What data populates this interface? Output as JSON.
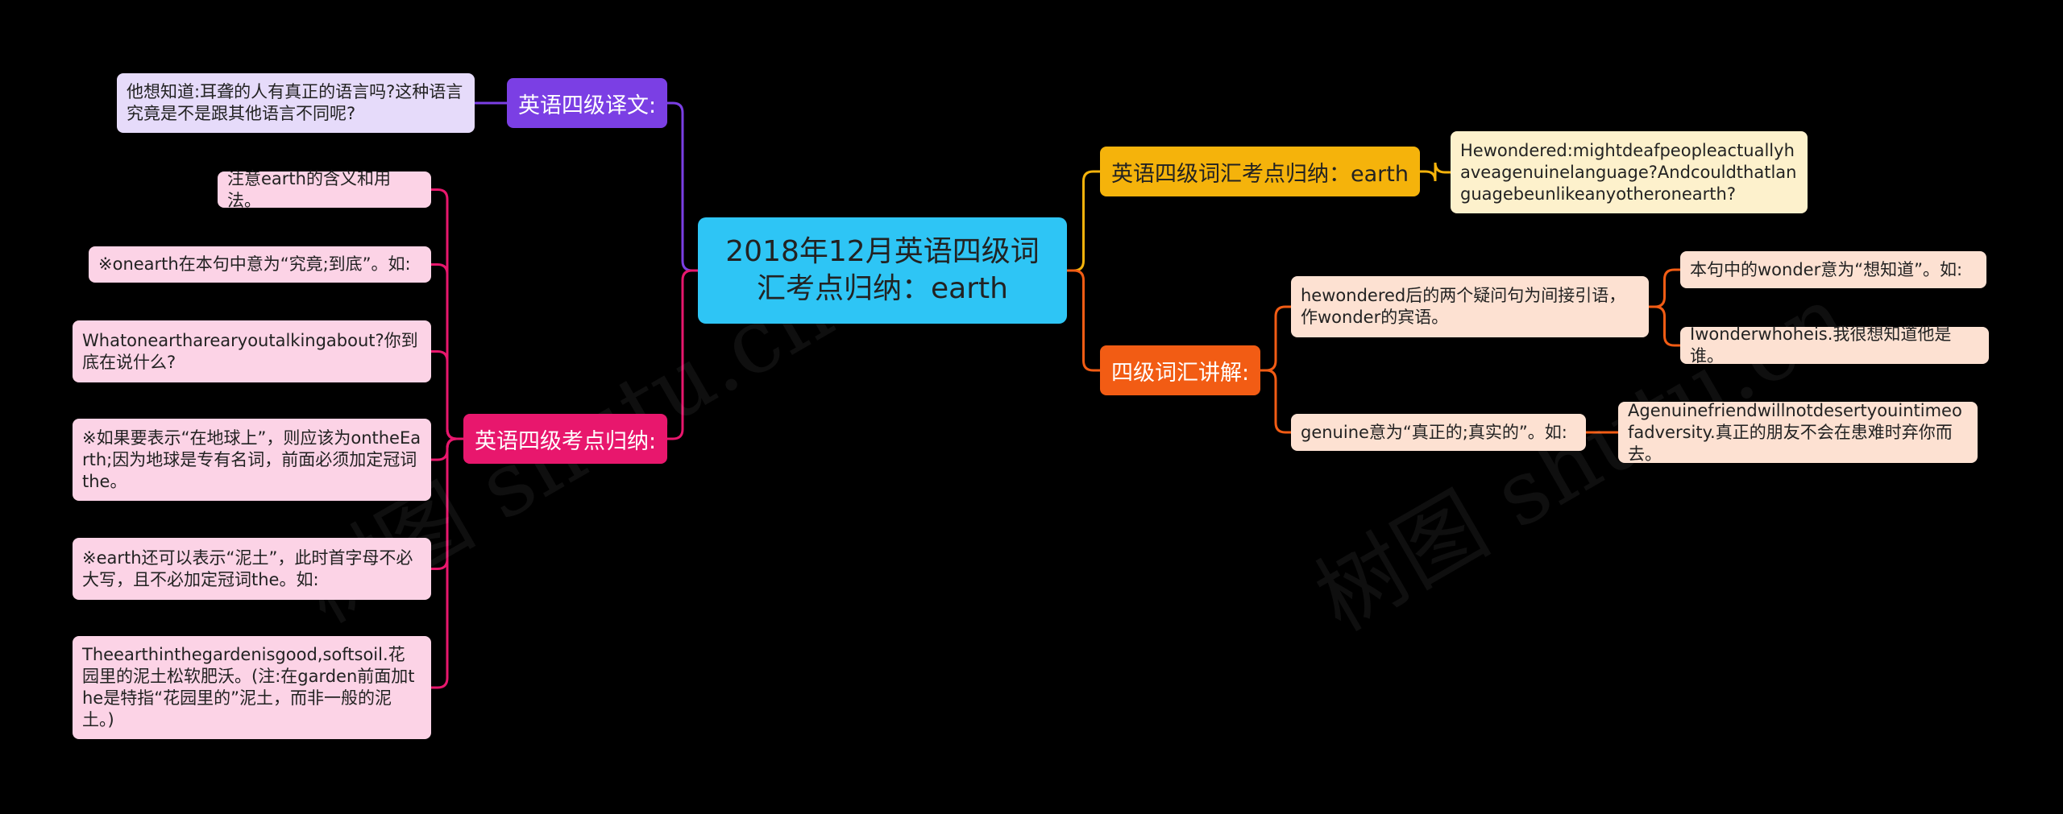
{
  "watermarks": [
    "树图 shutu.cn",
    "树图 shutu.cn"
  ],
  "root": {
    "title": "2018年12月英语四级词汇考点归纳：earth"
  },
  "branches": {
    "translation": {
      "label": "英语四级译文:",
      "color": "#7b3fe4",
      "leaves": [
        "他想知道:耳聋的人有真正的语言吗?这种语言究竟是不是跟其他语言不同呢?"
      ]
    },
    "exam_points": {
      "label": "英语四级考点归纳:",
      "color": "#e8176d",
      "leaves": [
        "注意earth的含义和用法。",
        "※onearth在本句中意为“究竟;到底”。如:",
        "Whatoneartharearyoutalkingabout?你到底在说什么?",
        "※如果要表示“在地球上”，则应该为ontheEarth;因为地球是专有名词，前面必须加定冠词the。",
        "※earth还可以表示“泥土”，此时首字母不必大写，且不必加定冠词the。如:",
        "Theearthinthegardenisgood,softsoil.花园里的泥土松软肥沃。(注:在garden前面加the是特指“花园里的”泥土，而非一般的泥土。)"
      ]
    },
    "vocab_summary": {
      "label": "英语四级词汇考点归纳：earth",
      "color": "#f5b30b",
      "leaves": [
        "Hewondered:mightdeafpeopleactuallyhaveagenuinelanguage?Andcouldthatlanguagebeunlikeanyotheronearth?"
      ]
    },
    "vocab_explain": {
      "label": "四级词汇讲解:",
      "color": "#f25c14",
      "sub1": {
        "text": "hewondered后的两个疑问句为间接引语，作wonder的宾语。",
        "children": [
          "本句中的wonder意为“想知道”。如:",
          "Iwonderwhoheis.我很想知道他是谁。"
        ]
      },
      "sub2": {
        "text": "genuine意为“真正的;真实的”。如:",
        "children": [
          "Agenuinefriendwillnotdesertyouintimeofadversity.真正的朋友不会在患难时弃你而去。"
        ]
      }
    }
  }
}
